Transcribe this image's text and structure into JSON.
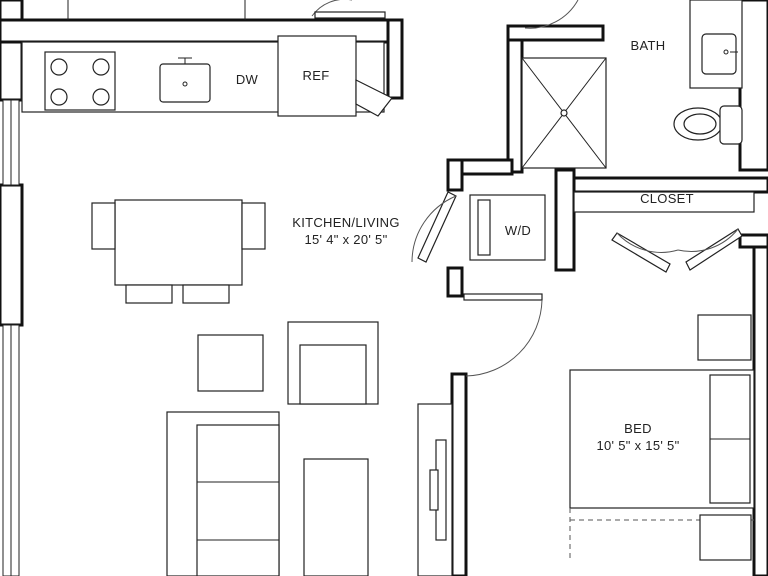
{
  "rooms": {
    "bath": {
      "label": "BATH"
    },
    "closet": {
      "label": "CLOSET"
    },
    "laundry": {
      "label": "W/D"
    },
    "kitchen_living": {
      "label": "KITCHEN/LIVING",
      "dimensions": "15' 4\" x 20' 5\""
    },
    "bedroom": {
      "label": "BED",
      "dimensions": "10' 5\" x 15' 5\""
    }
  },
  "appliances": {
    "dishwasher": {
      "label": "DW"
    },
    "refrigerator": {
      "label": "REF"
    }
  }
}
